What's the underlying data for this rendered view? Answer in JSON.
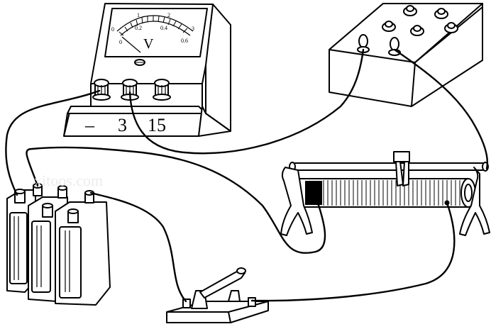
{
  "voltmeter": {
    "unit_symbol": "V",
    "scale_top": [
      "0",
      "1",
      "2",
      "3"
    ],
    "scale_bottom": [
      "0",
      "0.2",
      "0.4",
      "0.6"
    ],
    "terminal_labels": [
      "–",
      "3",
      "15"
    ]
  },
  "watermark": "xitoos.com"
}
